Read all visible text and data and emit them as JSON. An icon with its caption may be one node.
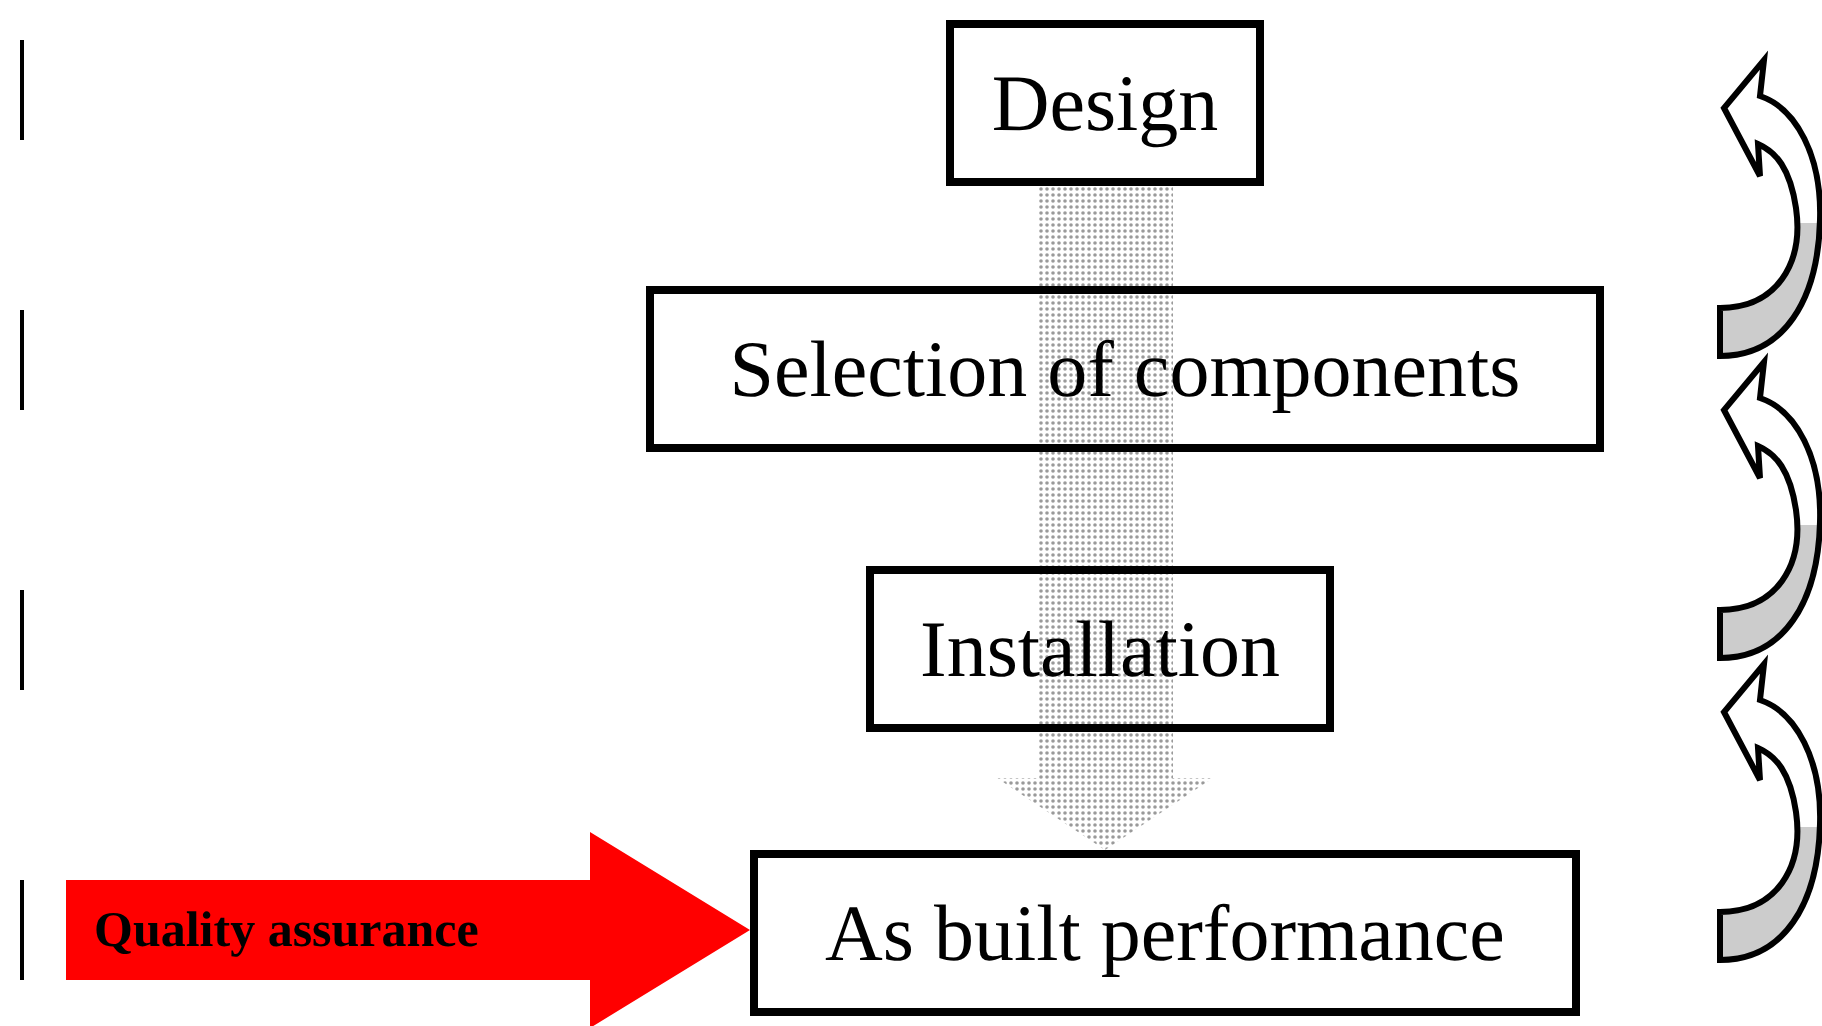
{
  "diagram": {
    "nodes": [
      {
        "text": [
          "Design"
        ]
      },
      {
        "text": [
          "Selection of components"
        ]
      },
      {
        "text": [
          "Installation"
        ]
      },
      {
        "text": [
          "As built performance"
        ]
      },
      {
        "text": [
          "Quality assurance"
        ]
      }
    ],
    "edges": [
      {
        "from": 0,
        "to": 3,
        "arrow": "to",
        "style": "thick",
        "color": "#9a9a9a"
      },
      {
        "from": 4,
        "to": 3,
        "arrow": "to",
        "style": "thick",
        "color": "#ff0000"
      }
    ]
  }
}
